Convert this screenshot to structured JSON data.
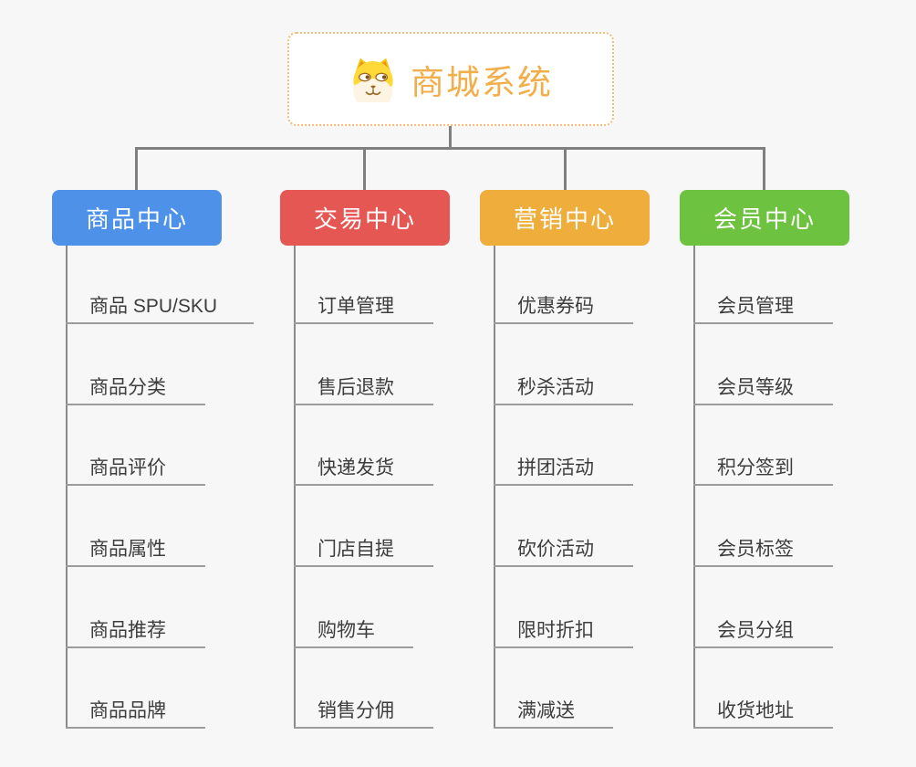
{
  "root": {
    "title": "商城系统",
    "icon": "dog-icon"
  },
  "branches": [
    {
      "label": "商品中心",
      "color": "#4D92E8",
      "items": [
        "商品 SPU/SKU",
        "商品分类",
        "商品评价",
        "商品属性",
        "商品推荐",
        "商品品牌"
      ]
    },
    {
      "label": "交易中心",
      "color": "#E55753",
      "items": [
        "订单管理",
        "售后退款",
        "快递发货",
        "门店自提",
        "购物车",
        "销售分佣"
      ]
    },
    {
      "label": "营销中心",
      "color": "#EFAD3C",
      "items": [
        "优惠券码",
        "秒杀活动",
        "拼团活动",
        "砍价活动",
        "限时折扣",
        "满减送"
      ]
    },
    {
      "label": "会员中心",
      "color": "#6DC23F",
      "items": [
        "会员管理",
        "会员等级",
        "积分签到",
        "会员标签",
        "会员分组",
        "收货地址"
      ]
    }
  ],
  "colors": {
    "background": "#F7F7F7",
    "connector": "#7F7F7F",
    "branch_line": "#8A8A8A",
    "item_line": "#9C9C9C",
    "root_border": "#F0BE78",
    "root_text": "#F2AE4A",
    "item_text": "#3D3D3D"
  }
}
